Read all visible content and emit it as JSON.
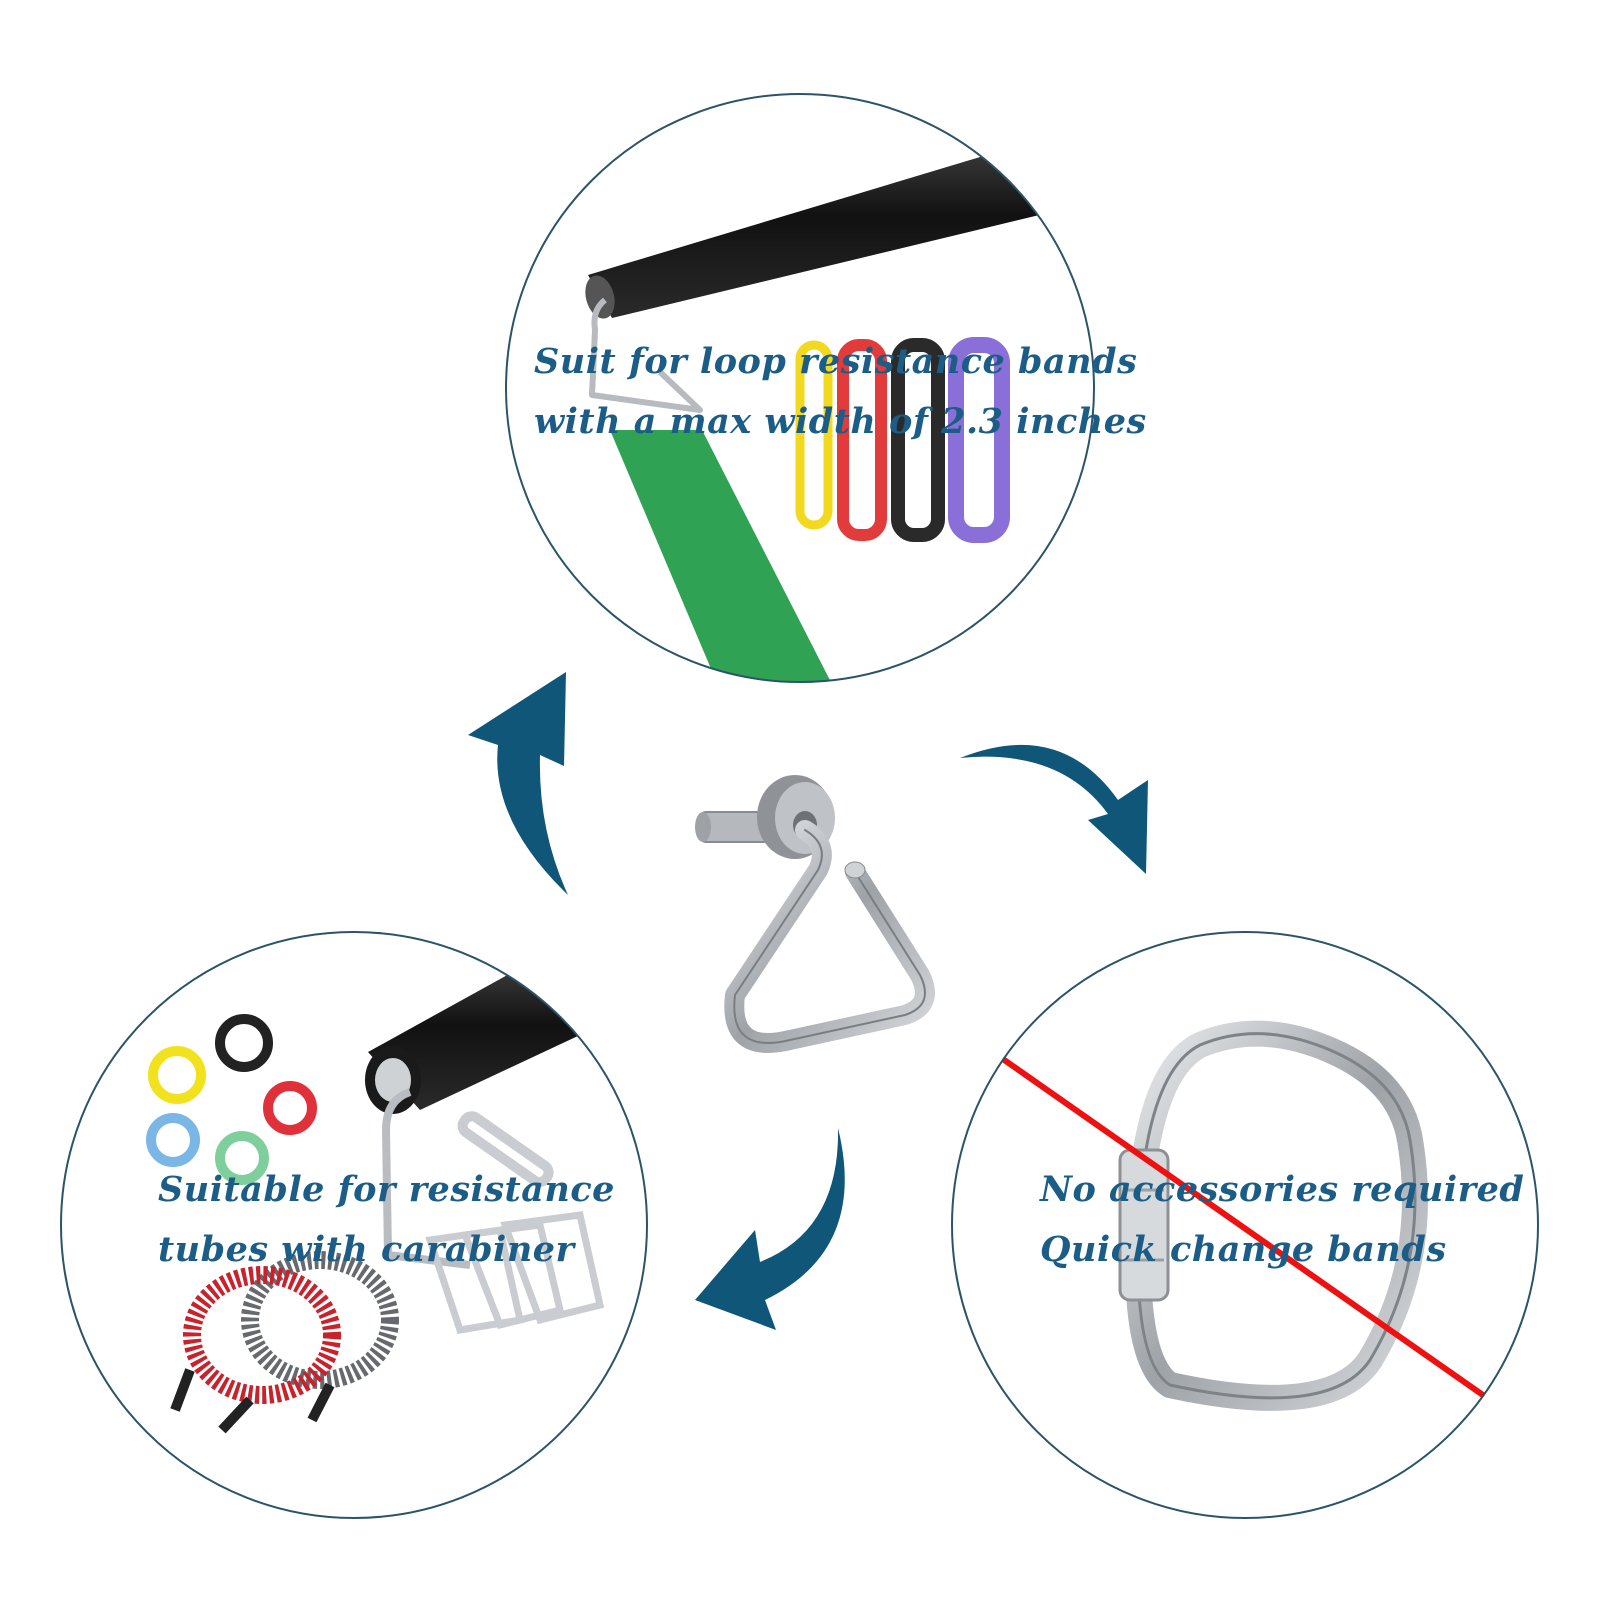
{
  "colors": {
    "circle_stroke": "#2b5468",
    "arrow": "#0f5679",
    "caption_text": "#1b5d86",
    "no_line": "#ee1111",
    "steel": "#a9adb2"
  },
  "features": {
    "top": {
      "line1": "Suit for loop resistance bands",
      "line2": "with a max width of 2.3 inches",
      "band_colors": [
        "#f2d81e",
        "#e23b3b",
        "#2a2a2a",
        "#8a6fd8"
      ]
    },
    "left": {
      "line1": "Suitable for resistance",
      "line2": "tubes with carabiner",
      "tube_colors": [
        "#f2e21e",
        "#222222",
        "#e0313b",
        "#7ab6e6",
        "#7fcf9d"
      ]
    },
    "right": {
      "line1": "No accessories required",
      "line2": "Quick change bands"
    }
  },
  "icons": [
    "curved-arrow-icon",
    "swivel-hook-icon",
    "no-entry-line-icon"
  ]
}
